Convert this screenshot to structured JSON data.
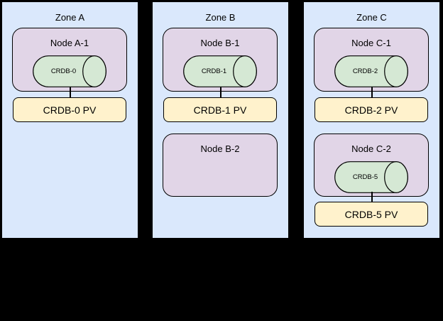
{
  "diagram": {
    "type": "kubernetes-topology-diagram",
    "colors": {
      "canvas_background": "#000000",
      "zone_fill": "#dae8fc",
      "node_fill": "#e1d5e7",
      "cylinder_fill": "#d5e8d4",
      "pv_fill": "#fff2cc",
      "stroke": "#000000"
    }
  },
  "zones": [
    {
      "label": "Zone A",
      "nodes": [
        {
          "label": "Node A-1",
          "crdb": "CRDB-0",
          "pv": "CRDB-0 PV"
        }
      ]
    },
    {
      "label": "Zone B",
      "nodes": [
        {
          "label": "Node B-1",
          "crdb": "CRDB-1",
          "pv": "CRDB-1 PV"
        },
        {
          "label": "Node B-2"
        }
      ]
    },
    {
      "label": "Zone C",
      "nodes": [
        {
          "label": "Node C-1",
          "crdb": "CRDB-2",
          "pv": "CRDB-2 PV"
        },
        {
          "label": "Node C-2",
          "crdb": "CRDB-5",
          "pv": "CRDB-5 PV"
        }
      ]
    }
  ]
}
